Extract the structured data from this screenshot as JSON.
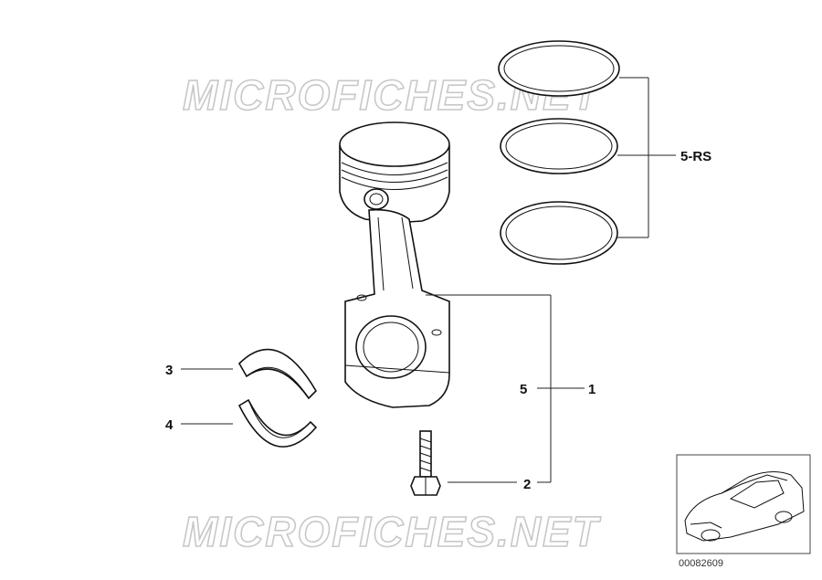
{
  "watermark": {
    "top": "MICROFICHES.NET",
    "bottom": "MICROFICHES.NET"
  },
  "callouts": {
    "rings_set": "5-RS",
    "rod_assembly_5": "5",
    "rod_assembly_1": "1",
    "bolt": "2",
    "bearing_upper": "3",
    "bearing_lower": "4"
  },
  "thumbnail": {
    "reference": "00082609"
  }
}
